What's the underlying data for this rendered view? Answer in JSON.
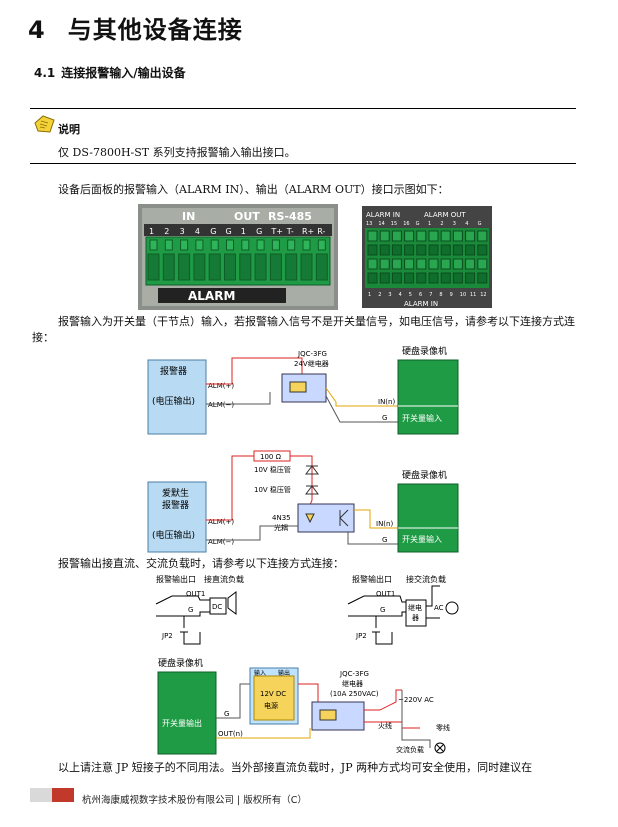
{
  "heading": {
    "number": "4",
    "title": "与其他设备连接"
  },
  "section": {
    "number": "4.1",
    "title": "连接报警输入/输出设备"
  },
  "note": {
    "label": "说明",
    "text": "仅 DS-7800H-ST 系列支持报警输入输出接口。"
  },
  "paragraphs": {
    "p1": "设备后面板的报警输入（ALARM IN）、输出（ALARM OUT）接口示图如下：",
    "p2": "报警输入为开关量（干节点）输入，若报警输入信号不是开关量信号，如电压信号，请参考以下连接方式连接：",
    "p3": "报警输出接直流、交流负载时，请参考以下连接方式连接：",
    "p4": "以上请注意 JP 短接子的不同用法。当外部接直流负载时，JP 两种方式均可安全使用，同时建议在"
  },
  "panel1": {
    "in": "IN",
    "out": "OUT",
    "rs485": "RS-485",
    "pins": [
      "1",
      "2",
      "3",
      "4",
      "G",
      "G",
      "1",
      "G",
      "T+",
      "T-",
      "R+",
      "R-"
    ],
    "alarm": "ALARM"
  },
  "panel2": {
    "top_left": "ALARM IN",
    "top_right": "ALARM OUT",
    "top_pins": [
      "13",
      "14",
      "15",
      "16",
      "G",
      "1",
      "2",
      "3",
      "4",
      "G"
    ],
    "bottom_pins": [
      "1",
      "2",
      "3",
      "4",
      "5",
      "6",
      "7",
      "8",
      "9",
      "10",
      "11",
      "12"
    ],
    "bottom_label": "ALARM IN"
  },
  "diagram1": {
    "alarm_device": "报警器",
    "voltage_out": "(电压输出)",
    "alm_plus": "ALM(+)",
    "alm_minus": "ALM(−)",
    "relay1": "JQC-3FG",
    "relay2": "24V继电器",
    "dvr": "硬盘录像机",
    "in_n": "IN(n)",
    "g": "G",
    "switch_in": "开关量输入"
  },
  "diagram2": {
    "device1": "爱默生",
    "device2": "报警器",
    "voltage_out": "(电压输出)",
    "resistor": "100 Ω",
    "zener1": "10V 稳压管",
    "zener2": "10V 稳压管",
    "opto1": "4N35",
    "opto2": "光耦",
    "alm_plus": "ALM(+)",
    "alm_minus": "ALM(−)",
    "dvr": "硬盘录像机",
    "in_n": "IN(n)",
    "g": "G",
    "switch_in": "开关量输入"
  },
  "diagram3": {
    "left_out": "报警输出口",
    "left_load": "接直流负载",
    "right_out": "报警输出口",
    "right_load": "接交流负载",
    "out1": "OUT1",
    "g": "G",
    "dc": "DC",
    "jp2": "JP2",
    "relay1": "继电",
    "relay2": "器",
    "ac": "AC"
  },
  "diagram4": {
    "dvr": "硬盘录像机",
    "switch_out": "开关量输出",
    "g": "G",
    "out_n": "OUT(n)",
    "in": "输入",
    "out": "输出",
    "ps1": "12V DC",
    "ps2": "电源",
    "relay1": "JQC-3FG",
    "relay2": "继电器",
    "relay3": "(10A 250VAC)",
    "ac": "~220V AC",
    "fire": "火线",
    "zero": "零线",
    "load": "交流负载"
  },
  "footer": {
    "company": "杭州海康威视数字技术股份有限公司 | 版权所有（C）"
  }
}
